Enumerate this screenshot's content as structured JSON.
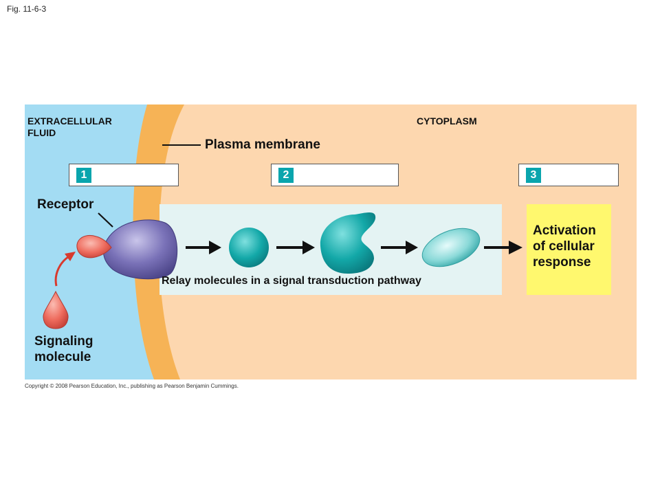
{
  "figure_label": "Fig. 11-6-3",
  "copyright": "Copyright © 2008 Pearson Education, Inc., publishing as Pearson Benjamin Cummings.",
  "regions": {
    "extracellular": "EXTRACELLULAR\nFLUID",
    "cytoplasm": "CYTOPLASM"
  },
  "membrane_label": "Plasma membrane",
  "steps": [
    {
      "number": "1"
    },
    {
      "number": "2"
    },
    {
      "number": "3"
    }
  ],
  "receptor_label": "Receptor",
  "signaling_label": "Signaling\nmolecule",
  "relay_label": "Relay molecules in a signal transduction pathway",
  "activation_label": "Activation\nof cellular\nresponse",
  "colors": {
    "extracellular": "#a3dcf3",
    "membrane": "#f6b356",
    "cytoplasm": "#fdd7af",
    "receptor": "#7a72b8",
    "signal": "#ef6b5e",
    "relay": "#12a6a6",
    "activation": "#fff86e"
  }
}
